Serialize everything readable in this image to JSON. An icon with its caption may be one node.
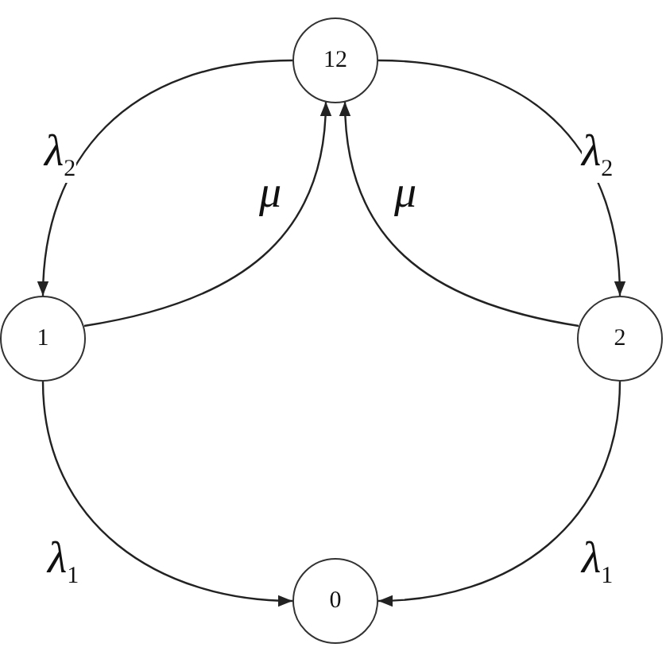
{
  "diagram": {
    "nodes": [
      {
        "text": [
          "12"
        ]
      },
      {
        "text": [
          "1"
        ]
      },
      {
        "text": [
          "2"
        ]
      },
      {
        "text": [
          "0"
        ]
      }
    ],
    "edges": [
      {
        "from": 0,
        "to": 1,
        "arrow": "to",
        "label": "λ$_{2}$"
      },
      {
        "from": 1,
        "to": 0,
        "arrow": "to",
        "label": "μ"
      },
      {
        "from": 2,
        "to": 0,
        "arrow": "to",
        "label": "μ"
      },
      {
        "from": 0,
        "to": 2,
        "arrow": "to",
        "label": "λ$_{2}$"
      },
      {
        "from": 1,
        "to": 3,
        "arrow": "to",
        "label": "λ$_{1}$"
      },
      {
        "from": 2,
        "to": 3,
        "arrow": "to",
        "label": "λ$_{1}$"
      }
    ]
  }
}
